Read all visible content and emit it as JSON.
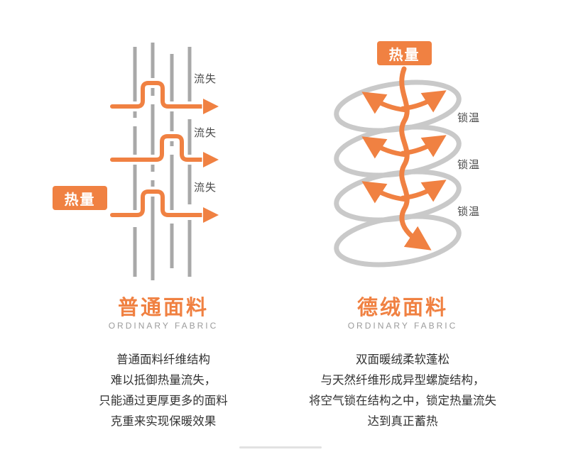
{
  "colors": {
    "accent_orange": "#F08142",
    "fiber_gray": "#A8A8A8",
    "coil_gray": "#C9C9C9",
    "text_dark": "#333333",
    "subtitle_gray": "#9B9B9B"
  },
  "left_panel": {
    "heat_badge": "热量",
    "loss_labels": [
      "流失",
      "流失",
      "流失"
    ],
    "title": "普通面料",
    "subtitle": "ORDINARY FABRIC",
    "description_lines": [
      "普通面料纤维结构",
      "难以抵御热量流失，",
      "只能通过更厚更多的面料",
      "克重来实现保暖效果"
    ]
  },
  "right_panel": {
    "heat_badge": "热量",
    "lock_labels": [
      "锁温",
      "锁温",
      "锁温"
    ],
    "title": "德绒面料",
    "subtitle": "ORDINARY FABRIC",
    "description_lines": [
      "双面暖绒柔软蓬松",
      "与天然纤维形成异型螺旋结构，",
      "将空气锁在结构之中，锁定热量流失",
      "达到真正蓄热"
    ]
  }
}
